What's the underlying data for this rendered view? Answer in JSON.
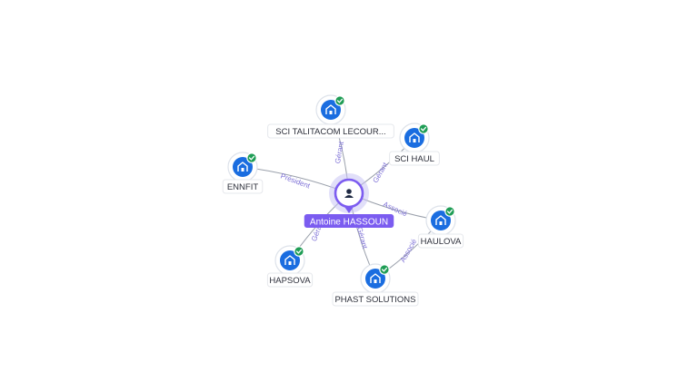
{
  "person": {
    "name": "Antoine HASSOUN",
    "icon": "person-icon",
    "accent": "#7b5cf0"
  },
  "companies": [
    {
      "id": "sci-talitacom",
      "name": "SCI TALITACOM LECOUR...",
      "icon": "building-icon",
      "verified": true
    },
    {
      "id": "sci-haul",
      "name": "SCI HAUL",
      "icon": "building-icon",
      "verified": true
    },
    {
      "id": "ennfit",
      "name": "ENNFIT",
      "icon": "building-icon",
      "verified": true
    },
    {
      "id": "haulova",
      "name": "HAULOVA",
      "icon": "building-icon",
      "verified": true
    },
    {
      "id": "hapsova",
      "name": "HAPSOVA",
      "icon": "building-icon",
      "verified": true
    },
    {
      "id": "phast",
      "name": "PHAST SOLUTIONS",
      "icon": "building-icon",
      "verified": true
    }
  ],
  "relations": [
    {
      "from": "person",
      "to": "sci-talitacom",
      "label": "Gérant"
    },
    {
      "from": "person",
      "to": "sci-haul",
      "label": "Gérant"
    },
    {
      "from": "person",
      "to": "ennfit",
      "label": "Président"
    },
    {
      "from": "person",
      "to": "haulova",
      "label": "Associé"
    },
    {
      "from": "person",
      "to": "hapsova",
      "label": "Gérant"
    },
    {
      "from": "person",
      "to": "phast",
      "label": "Gérant"
    },
    {
      "from": "phast",
      "to": "haulova",
      "label": "Associé"
    }
  ],
  "colors": {
    "company": "#1a6de0",
    "verified": "#1f9d55",
    "edge": "#9aa0ab",
    "edge_label": "#7c6fd6"
  }
}
